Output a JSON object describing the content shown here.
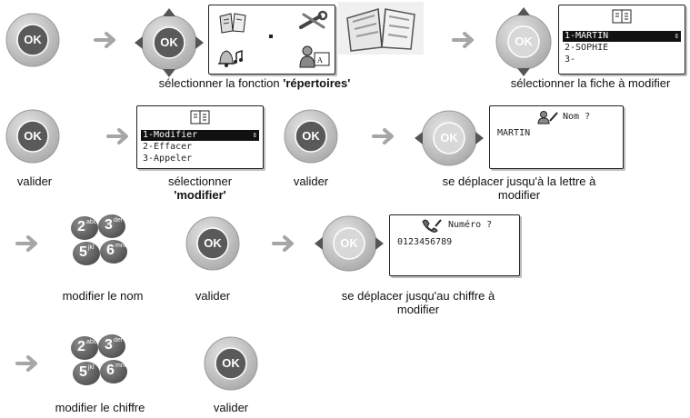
{
  "ok_label": "OK",
  "step1": {
    "caption_prefix": "sélectionner la fonction ",
    "caption_bold": "'répertoires'"
  },
  "step2": {
    "caption": "sélectionner la fiche à modifier",
    "list": [
      "1-MARTIN",
      "2-SOPHIE",
      "3-"
    ]
  },
  "step3": {
    "caption": "valider"
  },
  "step4": {
    "caption_line1": "sélectionner",
    "caption_bold": "'modifier'",
    "menu": [
      "1-Modifier",
      "2-Effacer",
      "3-Appeler"
    ]
  },
  "step5": {
    "caption": "valider"
  },
  "step6": {
    "caption_line1": "se déplacer jusqu'à la lettre à",
    "caption_line2": "modifier",
    "prompt": "Nom ?",
    "value": "MARTIN"
  },
  "step7": {
    "caption": "modifier le nom",
    "keys": [
      {
        "digit": "2",
        "letters": "abc"
      },
      {
        "digit": "3",
        "letters": "def"
      },
      {
        "digit": "5",
        "letters": "jkl"
      },
      {
        "digit": "6",
        "letters": "mno"
      }
    ]
  },
  "step8": {
    "caption": "valider"
  },
  "step9": {
    "caption_line1": "se déplacer jusqu'au chiffre à",
    "caption_line2": "modifier",
    "prompt": "Numéro ?",
    "value": "0123456789"
  },
  "step10": {
    "caption": "modifier le chiffre",
    "keys": [
      {
        "digit": "2",
        "letters": "abc"
      },
      {
        "digit": "3",
        "letters": "def"
      },
      {
        "digit": "5",
        "letters": "jkl"
      },
      {
        "digit": "6",
        "letters": "mno"
      }
    ]
  },
  "step11": {
    "caption": "valider"
  },
  "arrow_color": "#a6a6a6",
  "accent_gray": "#8c8c8c"
}
